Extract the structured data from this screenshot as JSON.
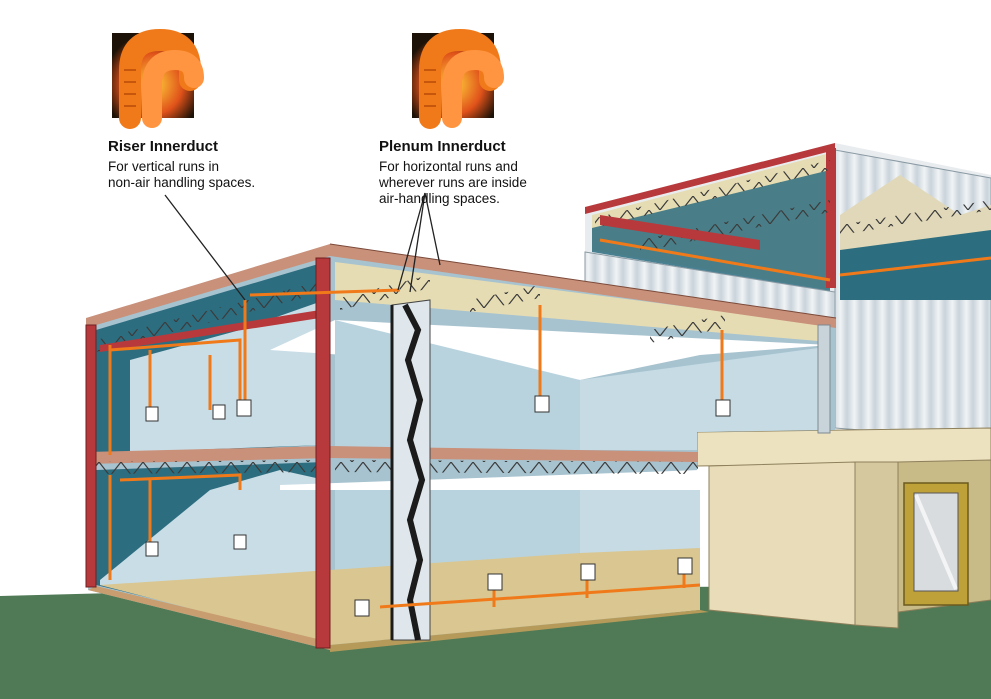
{
  "callouts": {
    "riser": {
      "title": "Riser Innerduct",
      "description_line1": "For vertical runs in",
      "description_line2": "non-air handling spaces."
    },
    "plenum": {
      "title": "Plenum Innerduct",
      "description_line1": "For horizontal runs and",
      "description_line2": "wherever runs are inside",
      "description_line3": "air-handling spaces."
    }
  },
  "colors": {
    "conduit_orange": "#f07a1a",
    "steel_red": "#b8393b",
    "wall_blue": "#b9d3de",
    "deep_teal": "#2d6d80",
    "floor_tan": "#d9c690",
    "ground_green": "#4f7a55",
    "stucco": "#e9ddb9",
    "siding": "#d6dee3"
  },
  "icons": [
    "riser-innerduct-icon",
    "plenum-innerduct-icon",
    "flame-icon"
  ]
}
